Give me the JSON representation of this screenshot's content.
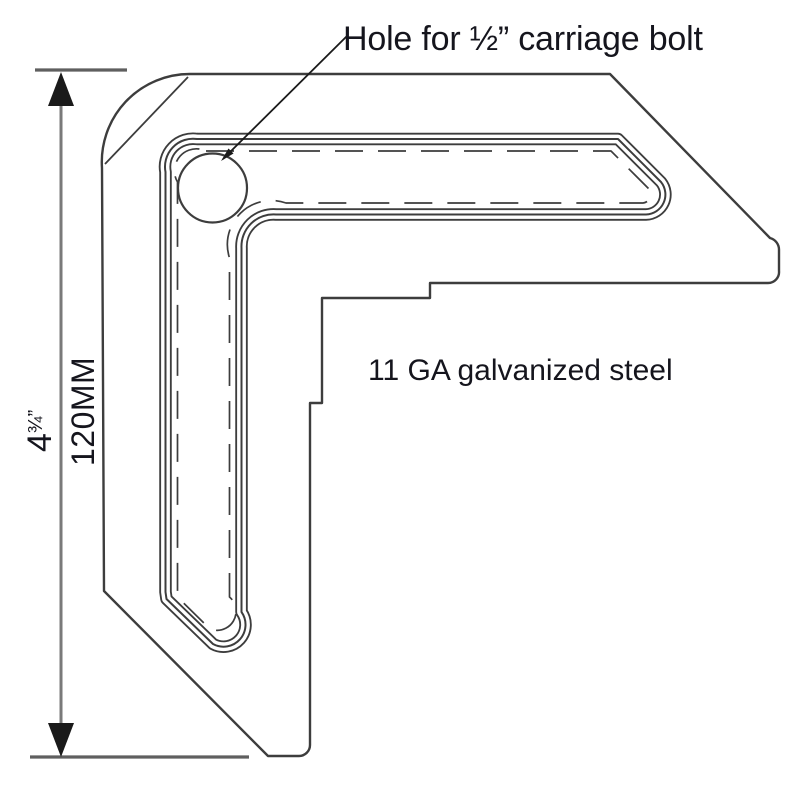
{
  "labels": {
    "hole_callout": "Hole for ½” carriage bolt",
    "material": "11 GA galvanized steel"
  },
  "dimension": {
    "imperial_whole": "4",
    "imperial_fraction": "¾",
    "imperial_unit": "”",
    "imperial_full": "4¾”",
    "metric": "120MM"
  },
  "colors": {
    "background": "#ffffff",
    "outline": "#3d3d3d",
    "dimension_line": "#7a7a7a",
    "extension_line": "#5f5f5f",
    "arrowhead": "#1a1a1a",
    "text": "#15151d"
  }
}
